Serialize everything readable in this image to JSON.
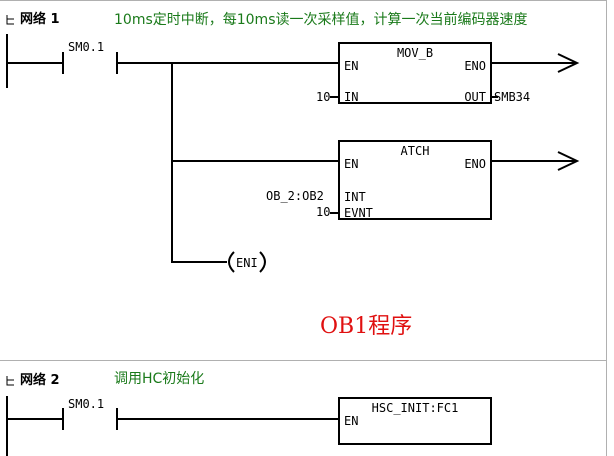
{
  "network1": {
    "title": "网络 1",
    "comment": "10ms定时中断，每10ms读一次采样值，计算一次当前编码器速度",
    "contact": "SM0.1",
    "mov_block": {
      "name": "MOV_B",
      "en": "EN",
      "eno": "ENO",
      "in_pin": "IN",
      "out_pin": "OUT",
      "in_value": "10",
      "out_value": "SMB34"
    },
    "atch_block": {
      "name": "ATCH",
      "en": "EN",
      "eno": "ENO",
      "int_pin": "INT",
      "evnt_pin": "EVNT",
      "int_value": "OB_2:OB2",
      "evnt_value": "10"
    },
    "coil": "ENI"
  },
  "annotation": "OB1程序",
  "network2": {
    "title": "网络 2",
    "comment": "调用HC初始化",
    "contact": "SM0.1",
    "call_block": {
      "name": "HSC_INIT:FC1",
      "en": "EN"
    }
  },
  "icons": {
    "collapse": "collapse-toggle-icon",
    "power_rail": "power-rail",
    "output_arrow": "output-arrow-icon"
  },
  "colors": {
    "comment": "#1a7a1a",
    "annotation": "#e01010"
  }
}
